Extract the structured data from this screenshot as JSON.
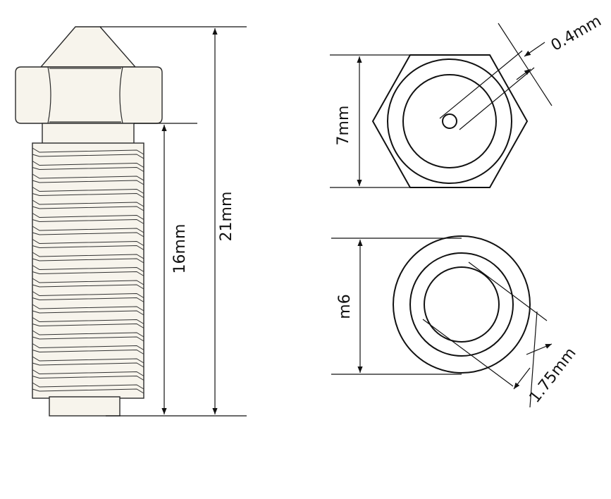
{
  "dimensions": {
    "total_length": "21mm",
    "thread_length": "16mm",
    "hex_width": "7mm",
    "nozzle_hole": "0.4mm",
    "thread_diameter": "m6",
    "filament_bore": "1.75mm"
  },
  "colors": {
    "part_fill": "#f7f4ec",
    "outline": "#2a2a2a",
    "dimension_line": "#111111"
  }
}
